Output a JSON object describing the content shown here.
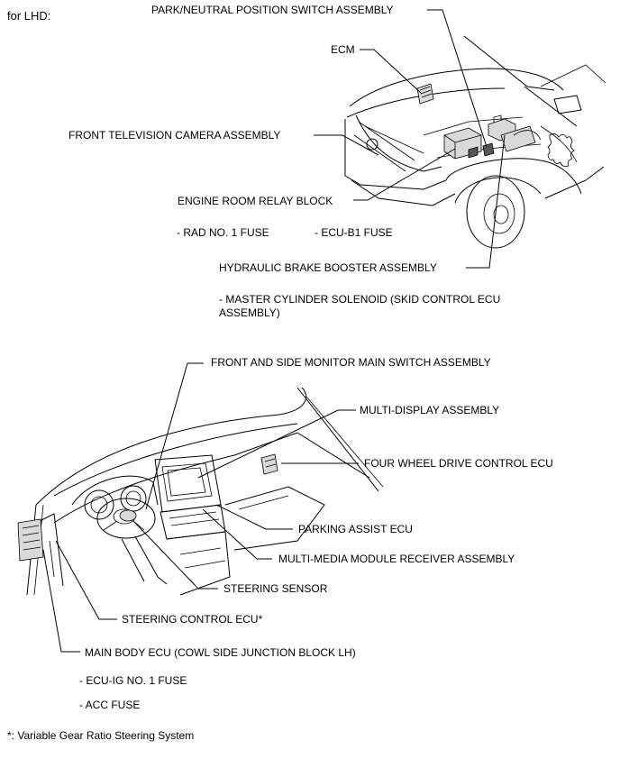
{
  "title": "for LHD:",
  "footnote": "*: Variable Gear Ratio Steering System",
  "labels": {
    "park_neutral": "PARK/NEUTRAL POSITION SWITCH ASSEMBLY",
    "ecm": "ECM",
    "front_tv_camera": "FRONT TELEVISION CAMERA ASSEMBLY",
    "engine_relay_block": "ENGINE ROOM RELAY BLOCK",
    "rad_fuse": "- RAD NO. 1 FUSE",
    "ecu_b1_fuse": "- ECU-B1 FUSE",
    "brake_booster": "HYDRAULIC BRAKE BOOSTER ASSEMBLY",
    "master_cylinder": "- MASTER CYLINDER SOLENOID (SKID CONTROL ECU ASSEMBLY)",
    "monitor_switch": "FRONT AND SIDE MONITOR MAIN SWITCH ASSEMBLY",
    "multi_display": "MULTI-DISPLAY ASSEMBLY",
    "four_wd_ecu": "FOUR WHEEL DRIVE CONTROL ECU",
    "parking_assist": "PARKING ASSIST ECU",
    "multimedia_receiver": "MULTI-MEDIA MODULE RECEIVER ASSEMBLY",
    "steering_sensor": "STEERING SENSOR",
    "steering_control": "STEERING CONTROL ECU*",
    "main_body_ecu": "MAIN BODY ECU (COWL SIDE JUNCTION BLOCK LH)",
    "ecu_ig_fuse": "- ECU-IG NO. 1 FUSE",
    "acc_fuse": "- ACC FUSE"
  }
}
